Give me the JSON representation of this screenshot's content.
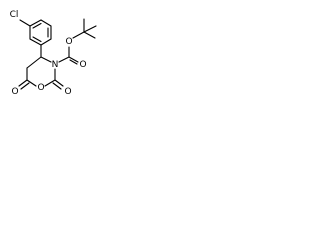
{
  "molecule": {
    "atoms": {
      "cl": "Cl",
      "n": "N",
      "o_ester": "O",
      "o_carbonyl": "O",
      "o_ring": "O",
      "o_dione_left": "O",
      "o_dione_right": "O"
    }
  }
}
